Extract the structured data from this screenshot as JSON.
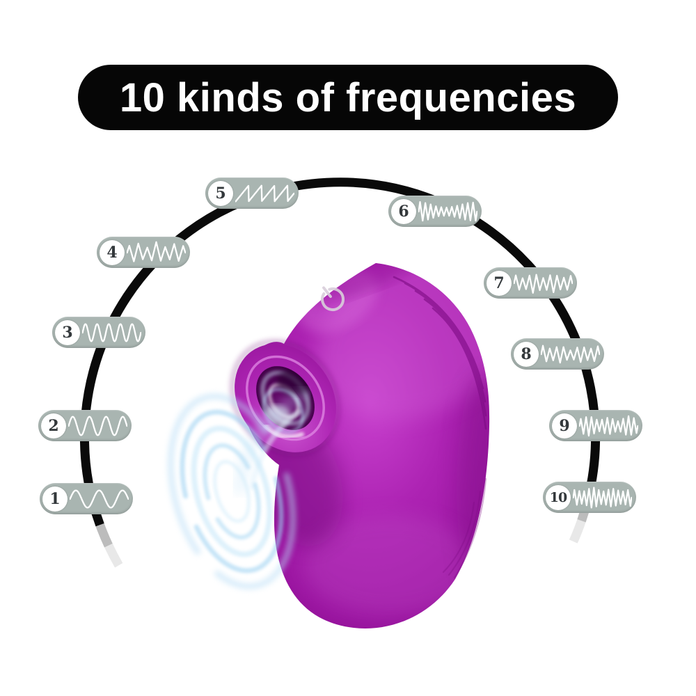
{
  "title": "10 kinds of frequencies",
  "modes": [
    {
      "number": "1",
      "wave": {
        "type": "sine",
        "cycles": 2.5,
        "amps": [
          13
        ]
      }
    },
    {
      "number": "2",
      "wave": {
        "type": "sine",
        "cycles": 3.5,
        "amps": [
          14
        ]
      }
    },
    {
      "number": "3",
      "wave": {
        "type": "sine",
        "cycles": 5,
        "amps": [
          13
        ]
      }
    },
    {
      "number": "4",
      "wave": {
        "type": "zigzag",
        "cycles": 6.5,
        "amps": [
          9,
          15,
          7,
          16,
          8,
          14,
          9
        ]
      }
    },
    {
      "number": "5",
      "wave": {
        "type": "saw",
        "cycles": 4.5,
        "amps": [
          12
        ]
      }
    },
    {
      "number": "6",
      "wave": {
        "type": "zigzag",
        "cycles": 11,
        "amps": [
          15,
          12,
          7,
          6,
          9,
          13,
          14
        ]
      }
    },
    {
      "number": "7",
      "wave": {
        "type": "zigzag",
        "cycles": 8.5,
        "amps": [
          13,
          7,
          15,
          8,
          14,
          8,
          12
        ]
      }
    },
    {
      "number": "8",
      "wave": {
        "type": "zigzag",
        "cycles": 8.5,
        "amps": [
          14,
          8,
          13,
          6,
          12,
          8,
          13
        ]
      }
    },
    {
      "number": "9",
      "wave": {
        "type": "zigzag",
        "cycles": 11,
        "amps": [
          10,
          15,
          8,
          13,
          7,
          15,
          10
        ]
      }
    },
    {
      "number": "10",
      "wave": {
        "type": "zigzag",
        "cycles": 12,
        "amps": [
          12,
          9,
          16,
          9,
          14,
          9,
          13
        ]
      }
    }
  ],
  "icons": {
    "power": "power-icon",
    "waveform": "waveform-icon",
    "suction_waves": "suction-waves-icon"
  },
  "colors": {
    "banner_bg": "#060606",
    "banner_text": "#ffffff",
    "badge_bg": "#a9b5b1",
    "badge_number": "#33383b",
    "wave_stroke": "#ffffff",
    "circle_stroke": "#0a0a0a",
    "product_primary": "#a81fae",
    "product_highlight": "#c841ce",
    "product_dark": "#7a0c81",
    "suction_wave_blue": "#9dd2f2"
  }
}
